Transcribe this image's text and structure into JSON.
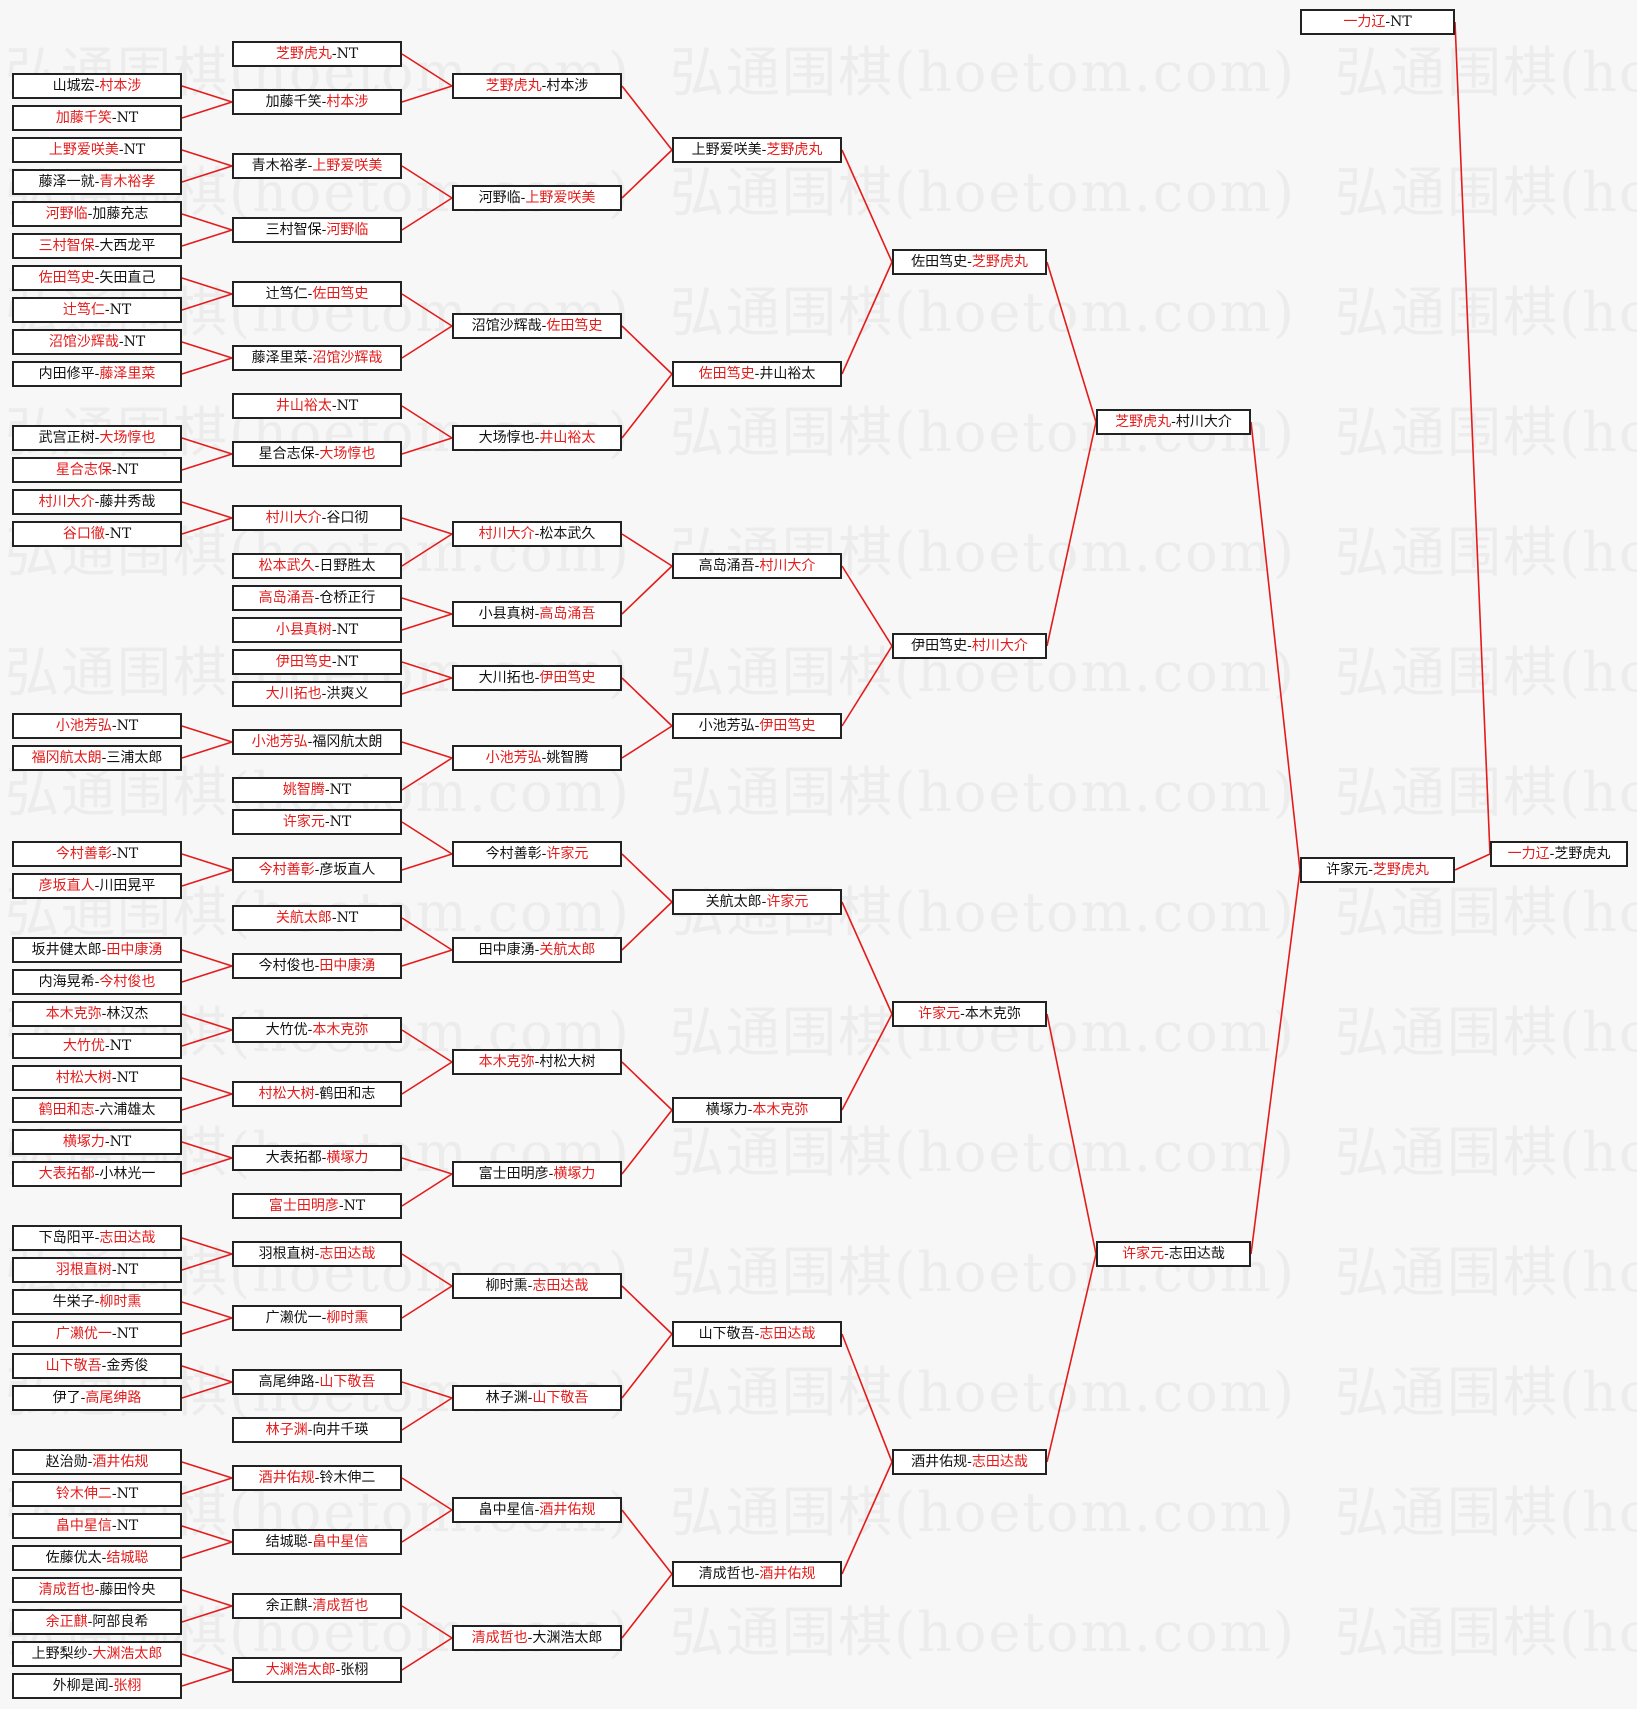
{
  "watermark": "弘通围棋(hoetom.com)",
  "colors": {
    "winner": "#e41b1b",
    "line": "#e41b1b",
    "border": "#222222",
    "text": "#111111"
  },
  "matches": [
    {
      "id": "r1-1",
      "p1": "山城宏",
      "p2": "村本涉",
      "w": 2
    },
    {
      "id": "r1-2",
      "p1": "加藤千笑",
      "p2": "NT",
      "w": 1
    },
    {
      "id": "r1-3",
      "p1": "上野爱咲美",
      "p2": "NT",
      "w": 1
    },
    {
      "id": "r1-4",
      "p1": "藤泽一就",
      "p2": "青木裕孝",
      "w": 2
    },
    {
      "id": "r1-5",
      "p1": "河野临",
      "p2": "加藤充志",
      "w": 1
    },
    {
      "id": "r1-6",
      "p1": "三村智保",
      "p2": "大西龙平",
      "w": 1
    },
    {
      "id": "r1-7",
      "p1": "佐田笃史",
      "p2": "矢田直己",
      "w": 1
    },
    {
      "id": "r1-8",
      "p1": "辻笃仁",
      "p2": "NT",
      "w": 1
    },
    {
      "id": "r1-9",
      "p1": "沼馆沙辉哉",
      "p2": "NT",
      "w": 1
    },
    {
      "id": "r1-10",
      "p1": "内田修平",
      "p2": "藤泽里菜",
      "w": 2
    },
    {
      "id": "r1-11",
      "p1": "武宫正树",
      "p2": "大场惇也",
      "w": 2
    },
    {
      "id": "r1-12",
      "p1": "星合志保",
      "p2": "NT",
      "w": 1
    },
    {
      "id": "r1-13",
      "p1": "村川大介",
      "p2": "藤井秀哉",
      "w": 1
    },
    {
      "id": "r1-14",
      "p1": "谷口徹",
      "p2": "NT",
      "w": 1
    },
    {
      "id": "r1-15",
      "p1": "小池芳弘",
      "p2": "NT",
      "w": 1
    },
    {
      "id": "r1-16",
      "p1": "福冈航太朗",
      "p2": "三浦太郎",
      "w": 1
    },
    {
      "id": "r1-17",
      "p1": "今村善彰",
      "p2": "NT",
      "w": 1
    },
    {
      "id": "r1-18",
      "p1": "彦坂直人",
      "p2": "川田晃平",
      "w": 1
    },
    {
      "id": "r1-19",
      "p1": "坂井健太郎",
      "p2": "田中康湧",
      "w": 2
    },
    {
      "id": "r1-20",
      "p1": "内海晃希",
      "p2": "今村俊也",
      "w": 2
    },
    {
      "id": "r1-21",
      "p1": "本木克弥",
      "p2": "林汉杰",
      "w": 1
    },
    {
      "id": "r1-22",
      "p1": "大竹优",
      "p2": "NT",
      "w": 1
    },
    {
      "id": "r1-23",
      "p1": "村松大树",
      "p2": "NT",
      "w": 1
    },
    {
      "id": "r1-24",
      "p1": "鹤田和志",
      "p2": "六浦雄太",
      "w": 1
    },
    {
      "id": "r1-25",
      "p1": "横塚力",
      "p2": "NT",
      "w": 1
    },
    {
      "id": "r1-26",
      "p1": "大表拓都",
      "p2": "小林光一",
      "w": 1
    },
    {
      "id": "r1-27",
      "p1": "下岛阳平",
      "p2": "志田达哉",
      "w": 2
    },
    {
      "id": "r1-28",
      "p1": "羽根直树",
      "p2": "NT",
      "w": 1
    },
    {
      "id": "r1-29",
      "p1": "牛栄子",
      "p2": "柳时熏",
      "w": 2
    },
    {
      "id": "r1-30",
      "p1": "广濑优一",
      "p2": "NT",
      "w": 1
    },
    {
      "id": "r1-31",
      "p1": "山下敬吾",
      "p2": "金秀俊",
      "w": 1
    },
    {
      "id": "r1-32",
      "p1": "伊了",
      "p2": "高尾绅路",
      "w": 2
    },
    {
      "id": "r1-33",
      "p1": "赵治勋",
      "p2": "酒井佑规",
      "w": 2
    },
    {
      "id": "r1-34",
      "p1": "铃木伸二",
      "p2": "NT",
      "w": 1
    },
    {
      "id": "r1-35",
      "p1": "畠中星信",
      "p2": "NT",
      "w": 1
    },
    {
      "id": "r1-36",
      "p1": "佐藤优太",
      "p2": "结城聪",
      "w": 2
    },
    {
      "id": "r1-37",
      "p1": "清成哲也",
      "p2": "藤田怜央",
      "w": 1
    },
    {
      "id": "r1-38",
      "p1": "余正麒",
      "p2": "阿部良希",
      "w": 1
    },
    {
      "id": "r1-39",
      "p1": "上野梨纱",
      "p2": "大渊浩太郎",
      "w": 2
    },
    {
      "id": "r1-40",
      "p1": "外柳是闻",
      "p2": "张栩",
      "w": 2
    },
    {
      "id": "r2-1",
      "p1": "芝野虎丸",
      "p2": "NT",
      "w": 1
    },
    {
      "id": "r2-2",
      "p1": "加藤千笑",
      "p2": "村本涉",
      "w": 2
    },
    {
      "id": "r2-3",
      "p1": "青木裕孝",
      "p2": "上野爱咲美",
      "w": 2
    },
    {
      "id": "r2-4",
      "p1": "三村智保",
      "p2": "河野临",
      "w": 2
    },
    {
      "id": "r2-5",
      "p1": "辻笃仁",
      "p2": "佐田笃史",
      "w": 2
    },
    {
      "id": "r2-6",
      "p1": "藤泽里菜",
      "p2": "沼馆沙辉哉",
      "w": 2
    },
    {
      "id": "r2-7",
      "p1": "井山裕太",
      "p2": "NT",
      "w": 1
    },
    {
      "id": "r2-8",
      "p1": "星合志保",
      "p2": "大场惇也",
      "w": 2
    },
    {
      "id": "r2-9",
      "p1": "村川大介",
      "p2": "谷口彻",
      "w": 1
    },
    {
      "id": "r2-10",
      "p1": "松本武久",
      "p2": "日野胜太",
      "w": 1
    },
    {
      "id": "r2-11",
      "p1": "高岛涌吾",
      "p2": "仓桥正行",
      "w": 1
    },
    {
      "id": "r2-12",
      "p1": "小县真树",
      "p2": "NT",
      "w": 1
    },
    {
      "id": "r2-13",
      "p1": "伊田笃史",
      "p2": "NT",
      "w": 1
    },
    {
      "id": "r2-14",
      "p1": "大川拓也",
      "p2": "洪爽义",
      "w": 1
    },
    {
      "id": "r2-15",
      "p1": "小池芳弘",
      "p2": "福冈航太朗",
      "w": 1
    },
    {
      "id": "r2-16",
      "p1": "姚智腾",
      "p2": "NT",
      "w": 1
    },
    {
      "id": "r2-17",
      "p1": "许家元",
      "p2": "NT",
      "w": 1
    },
    {
      "id": "r2-18",
      "p1": "今村善彰",
      "p2": "彦坂直人",
      "w": 1
    },
    {
      "id": "r2-19",
      "p1": "关航太郎",
      "p2": "NT",
      "w": 1
    },
    {
      "id": "r2-20",
      "p1": "今村俊也",
      "p2": "田中康湧",
      "w": 2
    },
    {
      "id": "r2-21",
      "p1": "大竹优",
      "p2": "本木克弥",
      "w": 2
    },
    {
      "id": "r2-22",
      "p1": "村松大树",
      "p2": "鹤田和志",
      "w": 1
    },
    {
      "id": "r2-23",
      "p1": "大表拓都",
      "p2": "横塚力",
      "w": 2
    },
    {
      "id": "r2-24",
      "p1": "富士田明彦",
      "p2": "NT",
      "w": 1
    },
    {
      "id": "r2-25",
      "p1": "羽根直树",
      "p2": "志田达哉",
      "w": 2
    },
    {
      "id": "r2-26",
      "p1": "广濑优一",
      "p2": "柳时熏",
      "w": 2
    },
    {
      "id": "r2-27",
      "p1": "高尾绅路",
      "p2": "山下敬吾",
      "w": 2
    },
    {
      "id": "r2-28",
      "p1": "林子渊",
      "p2": "向井千瑛",
      "w": 1
    },
    {
      "id": "r2-29",
      "p1": "酒井佑规",
      "p2": "铃木伸二",
      "w": 1
    },
    {
      "id": "r2-30",
      "p1": "结城聪",
      "p2": "畠中星信",
      "w": 2
    },
    {
      "id": "r2-31",
      "p1": "余正麒",
      "p2": "清成哲也",
      "w": 2
    },
    {
      "id": "r2-32",
      "p1": "大渊浩太郎",
      "p2": "张栩",
      "w": 1
    },
    {
      "id": "r3-1",
      "p1": "芝野虎丸",
      "p2": "村本涉",
      "w": 1
    },
    {
      "id": "r3-2",
      "p1": "河野临",
      "p2": "上野爱咲美",
      "w": 2
    },
    {
      "id": "r3-3",
      "p1": "沼馆沙辉哉",
      "p2": "佐田笃史",
      "w": 2
    },
    {
      "id": "r3-4",
      "p1": "大场惇也",
      "p2": "井山裕太",
      "w": 2
    },
    {
      "id": "r3-5",
      "p1": "村川大介",
      "p2": "松本武久",
      "w": 1
    },
    {
      "id": "r3-6",
      "p1": "小县真树",
      "p2": "高岛涌吾",
      "w": 2
    },
    {
      "id": "r3-7",
      "p1": "大川拓也",
      "p2": "伊田笃史",
      "w": 2
    },
    {
      "id": "r3-8",
      "p1": "小池芳弘",
      "p2": "姚智腾",
      "w": 1
    },
    {
      "id": "r3-9",
      "p1": "今村善彰",
      "p2": "许家元",
      "w": 2
    },
    {
      "id": "r3-10",
      "p1": "田中康湧",
      "p2": "关航太郎",
      "w": 2
    },
    {
      "id": "r3-11",
      "p1": "本木克弥",
      "p2": "村松大树",
      "w": 1
    },
    {
      "id": "r3-12",
      "p1": "富士田明彦",
      "p2": "横塚力",
      "w": 2
    },
    {
      "id": "r3-13",
      "p1": "柳时熏",
      "p2": "志田达哉",
      "w": 2
    },
    {
      "id": "r3-14",
      "p1": "林子渊",
      "p2": "山下敬吾",
      "w": 2
    },
    {
      "id": "r3-15",
      "p1": "畠中星信",
      "p2": "酒井佑规",
      "w": 2
    },
    {
      "id": "r3-16",
      "p1": "清成哲也",
      "p2": "大渊浩太郎",
      "w": 1
    },
    {
      "id": "r4-1",
      "p1": "上野爱咲美",
      "p2": "芝野虎丸",
      "w": 2
    },
    {
      "id": "r4-2",
      "p1": "佐田笃史",
      "p2": "井山裕太",
      "w": 1
    },
    {
      "id": "r4-3",
      "p1": "高岛涌吾",
      "p2": "村川大介",
      "w": 2
    },
    {
      "id": "r4-4",
      "p1": "小池芳弘",
      "p2": "伊田笃史",
      "w": 2
    },
    {
      "id": "r4-5",
      "p1": "关航太郎",
      "p2": "许家元",
      "w": 2
    },
    {
      "id": "r4-6",
      "p1": "横塚力",
      "p2": "本木克弥",
      "w": 2
    },
    {
      "id": "r4-7",
      "p1": "山下敬吾",
      "p2": "志田达哉",
      "w": 2
    },
    {
      "id": "r4-8",
      "p1": "清成哲也",
      "p2": "酒井佑规",
      "w": 2
    },
    {
      "id": "r5-1",
      "p1": "佐田笃史",
      "p2": "芝野虎丸",
      "w": 2
    },
    {
      "id": "r5-2",
      "p1": "伊田笃史",
      "p2": "村川大介",
      "w": 2
    },
    {
      "id": "r5-3",
      "p1": "许家元",
      "p2": "本木克弥",
      "w": 1
    },
    {
      "id": "r5-4",
      "p1": "酒井佑规",
      "p2": "志田达哉",
      "w": 2
    },
    {
      "id": "r6-1",
      "p1": "芝野虎丸",
      "p2": "村川大介",
      "w": 1
    },
    {
      "id": "r6-2",
      "p1": "许家元",
      "p2": "志田达哉",
      "w": 1
    },
    {
      "id": "r7-1",
      "p1": "许家元",
      "p2": "芝野虎丸",
      "w": 2
    },
    {
      "id": "r8-0",
      "p1": "一力辽",
      "p2": "NT",
      "w": 1
    },
    {
      "id": "final",
      "p1": "一力辽",
      "p2": "芝野虎丸",
      "w": 1
    }
  ]
}
